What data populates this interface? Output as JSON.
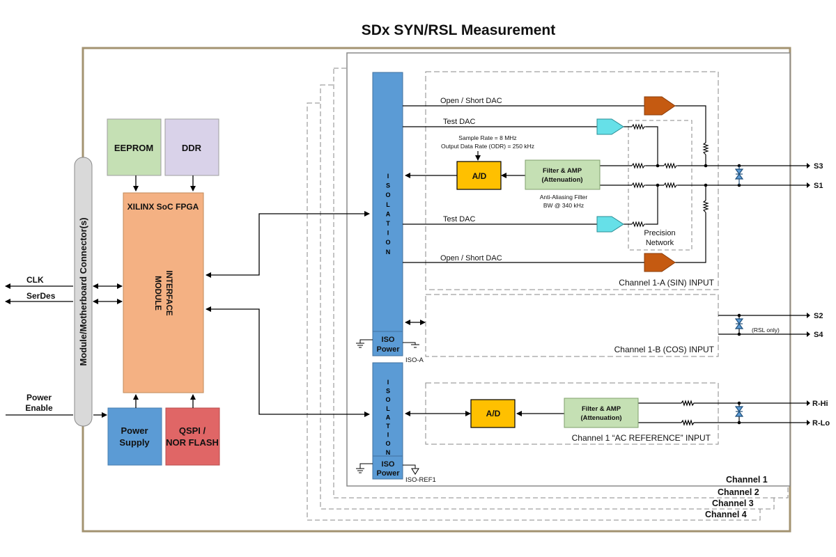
{
  "title": "SDx SYN/RSL Measurement",
  "connector_label": "Module/Motherboard Connector(s)",
  "signals": {
    "clk": "CLK",
    "serdes": "SerDes",
    "power_enable_line1": "Power",
    "power_enable_line2": "Enable"
  },
  "blocks": {
    "eeprom": "EEPROM",
    "ddr": "DDR",
    "fpga": "XILINX SoC FPGA",
    "module_interface_line1": "MODULE",
    "module_interface_line2": "INTERFACE",
    "power_supply_line1": "Power",
    "power_supply_line2": "Supply",
    "qspi_line1": "QSPI /",
    "qspi_line2": "NOR FLASH"
  },
  "isolation_letters": [
    "I",
    "S",
    "O",
    "L",
    "A",
    "T",
    "I",
    "O",
    "N"
  ],
  "iso_power_line1": "ISO",
  "iso_power_line2": "Power",
  "iso_a": "ISO-A",
  "iso_ref1": "ISO-REF1",
  "channel_a": {
    "open_short_dac_top": "Open / Short DAC",
    "test_dac_top": "Test DAC",
    "sample_rate": "Sample Rate = 8 MHz",
    "odr": "Output Data Rate (ODR) = 250 kHz",
    "ad": "A/D",
    "filter_line1": "Filter & AMP",
    "filter_line2": "(Attenuation)",
    "aa_line1": "Anti-Aliasing Filter",
    "aa_line2": "BW @ 340 kHz",
    "test_dac_bottom": "Test DAC",
    "precision_line1": "Precision",
    "precision_line2": "Network",
    "open_short_dac_bottom": "Open / Short DAC",
    "label": "Channel 1-A (SIN) INPUT"
  },
  "channel_b": {
    "label": "Channel 1-B (COS) INPUT",
    "rsl_only": "(RSL only)"
  },
  "channel_ref": {
    "ad": "A/D",
    "filter_line1": "Filter & AMP",
    "filter_line2": "(Attenuation)",
    "label": "Channel 1 “AC REFERENCE” INPUT"
  },
  "terminals": {
    "s3": "S3",
    "s1": "S1",
    "s2": "S2",
    "s4": "S4",
    "rhi": "R-Hi",
    "rlo": "R-Lo"
  },
  "channels": [
    "Channel 1",
    "Channel 2",
    "Channel 3",
    "Channel 4"
  ],
  "colors": {
    "frame": "#a39371",
    "isolation": "#5b9bd5",
    "eeprom": "#c5e0b4",
    "ddr": "#d9d2e9",
    "fpga": "#f4b183",
    "power_supply": "#5b9bd5",
    "qspi": "#e06666",
    "ad": "#ffc000",
    "filter": "#c5e0b4",
    "open_short_dac": "#c55a11",
    "test_dac": "#66e0e8",
    "connector": "#d9d9d9"
  }
}
